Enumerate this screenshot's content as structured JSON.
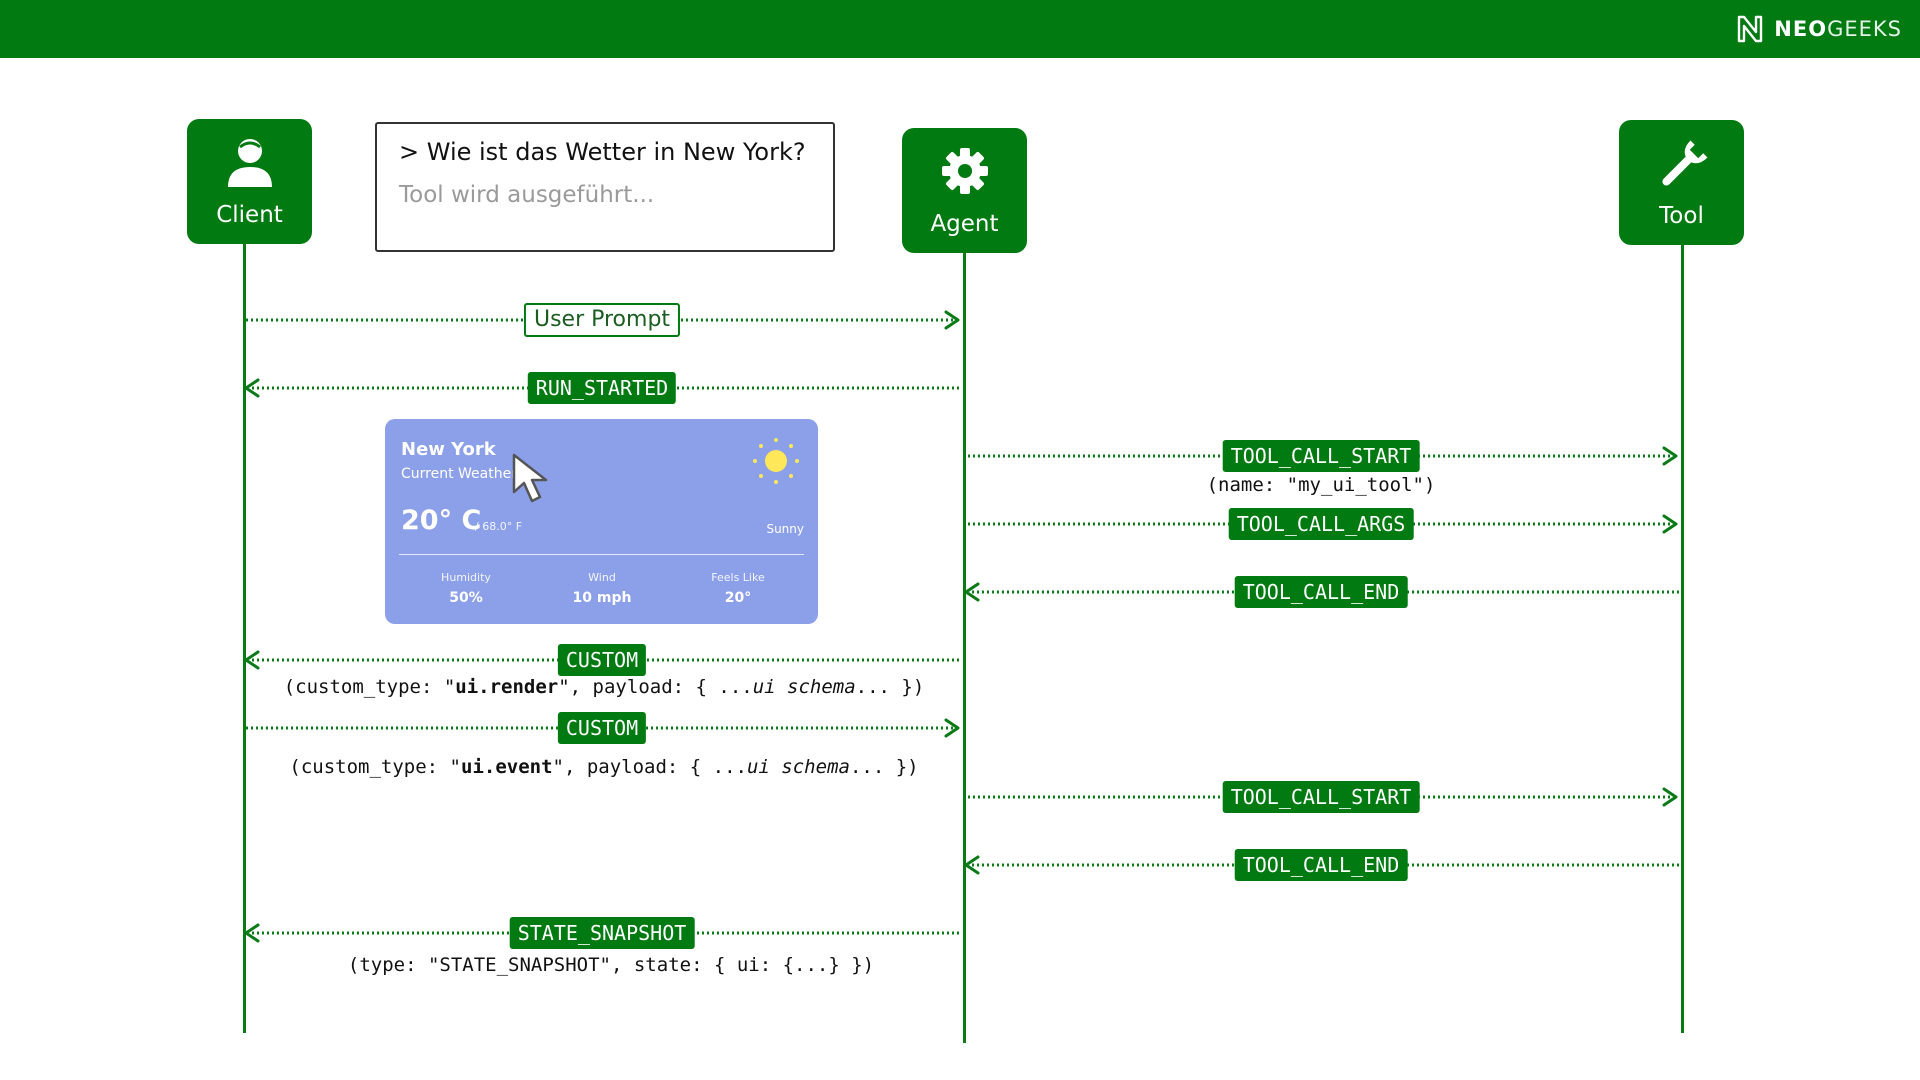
{
  "brand": {
    "part1": "NEO",
    "part2": "GEEKS"
  },
  "actors": {
    "client": {
      "label": "Client"
    },
    "agent": {
      "label": "Agent"
    },
    "tool": {
      "label": "Tool"
    }
  },
  "prompt_box": {
    "question": "> Wie ist das Wetter in New York?",
    "status": "Tool wird ausgeführt..."
  },
  "weather_card": {
    "city": "New York",
    "subtitle": "Current Weather",
    "temp_c": "20° C",
    "temp_f": "/ 68.0° F",
    "condition": "Sunny",
    "stats": [
      {
        "key": "Humidity",
        "value": "50%"
      },
      {
        "key": "Wind",
        "value": "10 mph"
      },
      {
        "key": "Feels Like",
        "value": "20°"
      }
    ]
  },
  "messages": [
    {
      "id": "m1",
      "label": "User Prompt",
      "from": "client",
      "to": "agent",
      "style": "outline"
    },
    {
      "id": "m2",
      "label": "RUN_STARTED",
      "from": "agent",
      "to": "client",
      "style": "filled"
    },
    {
      "id": "m3",
      "label": "TOOL_CALL_START",
      "from": "agent",
      "to": "tool",
      "style": "filled",
      "note": "(name: \"my_ui_tool\")"
    },
    {
      "id": "m4",
      "label": "TOOL_CALL_ARGS",
      "from": "agent",
      "to": "tool",
      "style": "filled"
    },
    {
      "id": "m5",
      "label": "TOOL_CALL_END",
      "from": "tool",
      "to": "agent",
      "style": "filled"
    },
    {
      "id": "m6",
      "label": "CUSTOM",
      "from": "agent",
      "to": "client",
      "style": "filled",
      "note_parts": [
        "(custom_type: \"",
        "ui.render",
        "\", payload: { ...",
        "ui schema",
        "... })"
      ]
    },
    {
      "id": "m7",
      "label": "CUSTOM",
      "from": "client",
      "to": "agent",
      "style": "filled",
      "note_parts": [
        "(custom_type: \"",
        "ui.event",
        "\", payload: { ...",
        "ui schema",
        "... })"
      ]
    },
    {
      "id": "m8",
      "label": "TOOL_CALL_START",
      "from": "agent",
      "to": "tool",
      "style": "filled"
    },
    {
      "id": "m9",
      "label": "TOOL_CALL_END",
      "from": "tool",
      "to": "agent",
      "style": "filled"
    },
    {
      "id": "m10",
      "label": "STATE_SNAPSHOT",
      "from": "agent",
      "to": "client",
      "style": "filled",
      "note": "(type: \"STATE_SNAPSHOT\", state: { ui: {...} })"
    }
  ],
  "colors": {
    "green": "#007a11",
    "card": "#8c9fe9",
    "sun": "#ffe75a"
  }
}
